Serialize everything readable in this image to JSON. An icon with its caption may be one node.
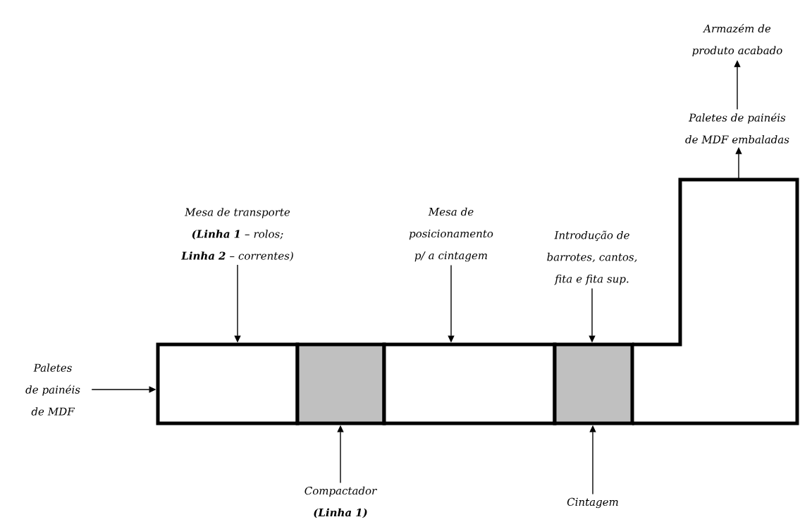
{
  "diagram": {
    "nodes": [
      {
        "text": [
          "Armazém de produto acabado"
        ]
      },
      {
        "text": [
          "Paletes de painéis de MDF embaladas"
        ]
      },
      {
        "text": [
          "Mesa de transporte **(Linha 1** – rolos; **Linha 2** – correntes)"
        ]
      },
      {
        "text": [
          "Mesa de posicionamento p/ a cintagem"
        ]
      },
      {
        "text": [
          "Introdução de barrotes, cantos, fita e fita sup."
        ]
      },
      {
        "text": [
          "Paletes de painéis de MDF"
        ]
      },
      {
        "text": [],
        "shape": "box"
      },
      {
        "text": [],
        "shape": "box"
      },
      {
        "text": [],
        "shape": "box"
      },
      {
        "text": [],
        "shape": "box"
      },
      {
        "text": [],
        "shape": "box"
      },
      {
        "text": [
          "Compactador **(Linha 1)**"
        ]
      },
      {
        "text": [
          "Cintagem"
        ]
      }
    ],
    "edges": [
      {
        "from": 5,
        "to": 6,
        "arrow": "to"
      },
      {
        "from": 2,
        "to": 6,
        "arrow": "to"
      },
      {
        "from": 3,
        "to": 8,
        "arrow": "to"
      },
      {
        "from": 4,
        "to": 9,
        "arrow": "to"
      },
      {
        "from": 11,
        "to": 7,
        "arrow": "to"
      },
      {
        "from": 12,
        "to": 9,
        "arrow": "to"
      },
      {
        "from": 10,
        "to": 1,
        "arrow": "to"
      },
      {
        "from": 1,
        "to": 0,
        "arrow": "to"
      }
    ]
  }
}
